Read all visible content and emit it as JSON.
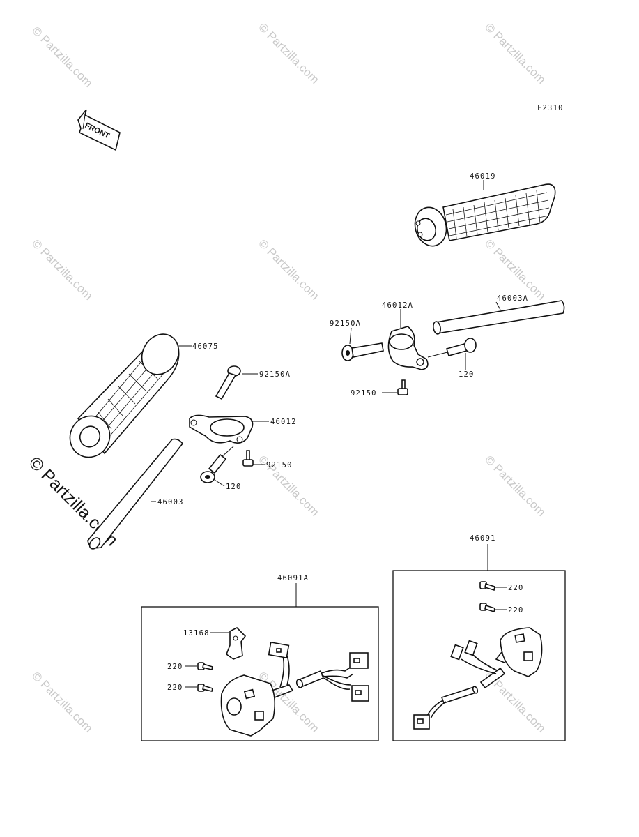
{
  "figure_code": "F2310",
  "front_badge": "FRONT",
  "watermark": "© Partzilla.com",
  "parts": {
    "grip_right": "46019",
    "handlebar_right": "46003A",
    "holder_right": "46012A",
    "bolt_right": "92150A",
    "screw_right_bottom": "92150",
    "screw_right_side": "120",
    "grip_left": "46075",
    "bolt_left": "92150A",
    "holder_left": "46012",
    "screw_left_bottom": "92150",
    "screw_left_side": "120",
    "handlebar_left": "46003",
    "switch_left_assy": "46091A",
    "clamp_left": "13168",
    "screw_switch_left_1": "220",
    "screw_switch_left_2": "220",
    "switch_right_assy": "46091",
    "screw_switch_right_1": "220",
    "screw_switch_right_2": "220"
  }
}
